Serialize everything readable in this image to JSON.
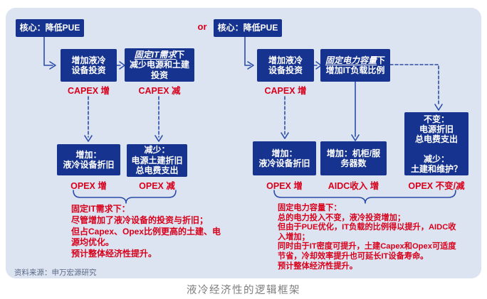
{
  "caption": "液冷经济性的逻辑框架",
  "source": "资料来源：申万宏源研究",
  "or_label": "or",
  "colors": {
    "box_bg": "#16338f",
    "accent_red": "#d9001b",
    "line_blue": "#2b4da9",
    "panel_bg": "#dce4f1",
    "caption_gray": "#7e7e7e"
  },
  "flow_left": {
    "core": "核心：降低PUE",
    "box_invest": "增加液冷\n设备投资",
    "box_fixed_emph": "固定IT需求",
    "box_fixed_rest": "下",
    "box_fixed_body": "减少电源和土建\n投资",
    "capex_inc": "CAPEX 增",
    "capex_dec": "CAPEX 减",
    "box_opex_inc": "增加：\n液冷设备折旧",
    "box_opex_dec": "减少：\n电源土建折旧\n总电费支出",
    "opex_inc": "OPEX 增",
    "opex_dec": "OPEX 减",
    "note": "固定IT需求下：\n尽管增加了液冷设备的投资与折旧；\n但占Capex、Opex比例更高的土建、电\n源均优化。\n预计整体经济性提升。"
  },
  "flow_right": {
    "core": "核心：降低PUE",
    "box_invest": "增加液冷\n设备投资",
    "box_fixed_emph": "固定电力容量",
    "box_fixed_rest": "下",
    "box_fixed_body": "增加IT负载比例",
    "capex_inc": "CAPEX 增",
    "box_opex_inc": "增加：\n液冷设备折旧",
    "box_racks": "增加：机柜/服\n务器数",
    "box_unchanged": "不变：\n电源折旧\n总电费支出\n\n减少：\n土建和维护？",
    "opex_inc": "OPEX 增",
    "aidc_inc": "AIDC收入 增",
    "opex_flat": "OPEX 不变/减",
    "note": "固定电力容量下：\n总的电力投入不变，液冷投资增加；\n但由于PUE优化，IT负载的比例得以提升，AIDC收\n入增加；\n同时由于IT密度可提升，土建Capex和Opex可适度\n节省，冷却效率提升也可延长IT设备寿命。\n预计整体经济性提升。"
  }
}
